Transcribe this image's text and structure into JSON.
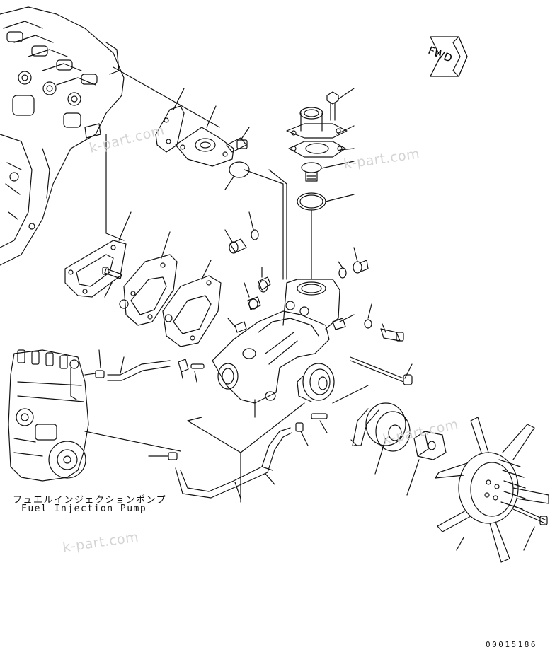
{
  "diagram": {
    "fwd_label": "FWD",
    "watermark": "k-part.com",
    "pump_caption_jp": "フュエルインジェクションポンプ",
    "pump_caption_en": "Fuel Injection Pump",
    "document_number": "00015186"
  }
}
